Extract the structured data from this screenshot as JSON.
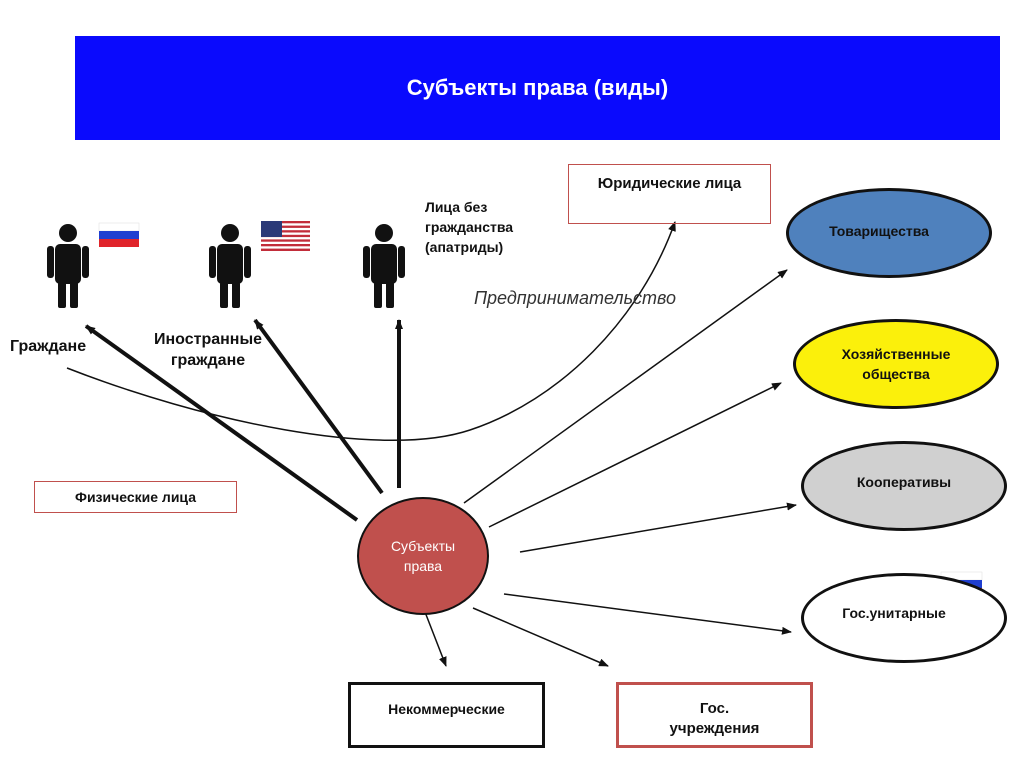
{
  "title": "Субъекты права (виды)",
  "center": "Субъекты права",
  "legal_entities": "Юридические лица",
  "physical_persons": "Физические лица",
  "citizens": "Граждане",
  "foreign_citizens": "Иностранные граждане",
  "stateless": "Лица без гражданства (апатриды)",
  "entrepreneurship": "Предпринимательство",
  "partnerships": "Товарищества",
  "business_companies": "Хозяйственные общества",
  "cooperatives": "Кооперативы",
  "unitary": "Гос.унитарные",
  "noncommercial": "Некоммерческие",
  "gov_institutions": "Гос. учреждения",
  "colors": {
    "banner": "#0a0afd",
    "center": "#c0504d",
    "partnerships": "#4f81bd",
    "business_companies": "#fbf00b",
    "cooperatives": "#d0d0d0",
    "outline_red": "#c0504d"
  }
}
